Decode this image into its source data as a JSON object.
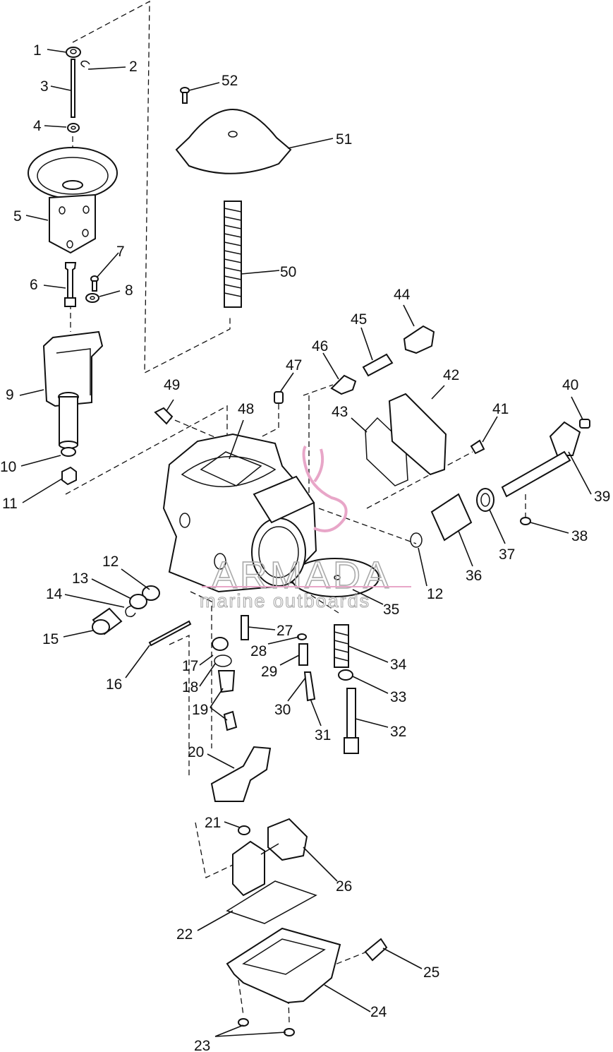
{
  "watermark": {
    "brand": "ARMADA",
    "tagline": "marine outboards",
    "accent_color": "#e8a6c8",
    "text_color": "#a9a9a9"
  },
  "callouts": [
    "1",
    "2",
    "3",
    "4",
    "5",
    "6",
    "7",
    "8",
    "9",
    "10",
    "11",
    "12",
    "12",
    "13",
    "14",
    "15",
    "16",
    "17",
    "18",
    "19",
    "20",
    "21",
    "22",
    "23",
    "24",
    "25",
    "26",
    "27",
    "28",
    "29",
    "30",
    "31",
    "32",
    "33",
    "34",
    "35",
    "36",
    "37",
    "38",
    "39",
    "40",
    "41",
    "42",
    "43",
    "44",
    "45",
    "46",
    "47",
    "48",
    "49",
    "50",
    "51",
    "52"
  ]
}
